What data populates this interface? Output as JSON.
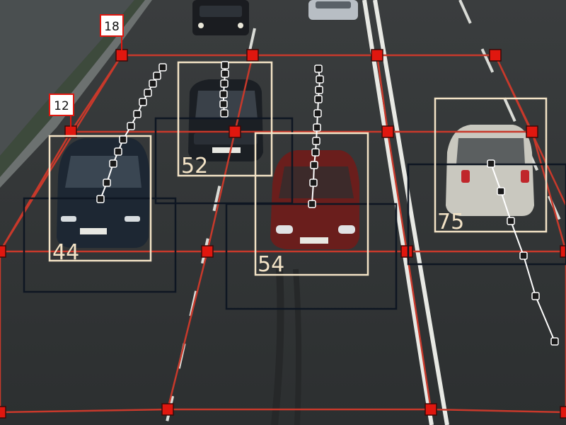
{
  "overlay": {
    "colors": {
      "grid_line": "#c8392b",
      "grid_node": "#e0170f",
      "node_stroke": "#3a0a08",
      "track_line": "#ffffff",
      "track_point_fill": "#1a1a1a",
      "track_point_stroke": "#ffffff",
      "detection_box": "#f3e3c6",
      "zone_box": "#0e1622",
      "label_text": "#f3e3c6",
      "tag_fill": "#ffffff",
      "tag_stroke": "#e0170f",
      "tag_text": "#111111"
    },
    "distance_tags": [
      {
        "label": "18"
      },
      {
        "label": "12"
      }
    ],
    "vehicles": [
      {
        "label": "44",
        "color_name": "dark blue sedan",
        "color": "#1d2733"
      },
      {
        "label": "52",
        "color_name": "black SUV",
        "color": "#1b1f24"
      },
      {
        "label": "54",
        "color_name": "red sedan",
        "color": "#6a1e1c"
      },
      {
        "label": "75",
        "color_name": "white hatchback",
        "color": "#c9c8bf"
      }
    ],
    "distant_vehicles": [
      {
        "color_name": "black jeep",
        "color": "#1a1c20"
      },
      {
        "color_name": "silver sedan",
        "color": "#b8bec4"
      }
    ]
  }
}
